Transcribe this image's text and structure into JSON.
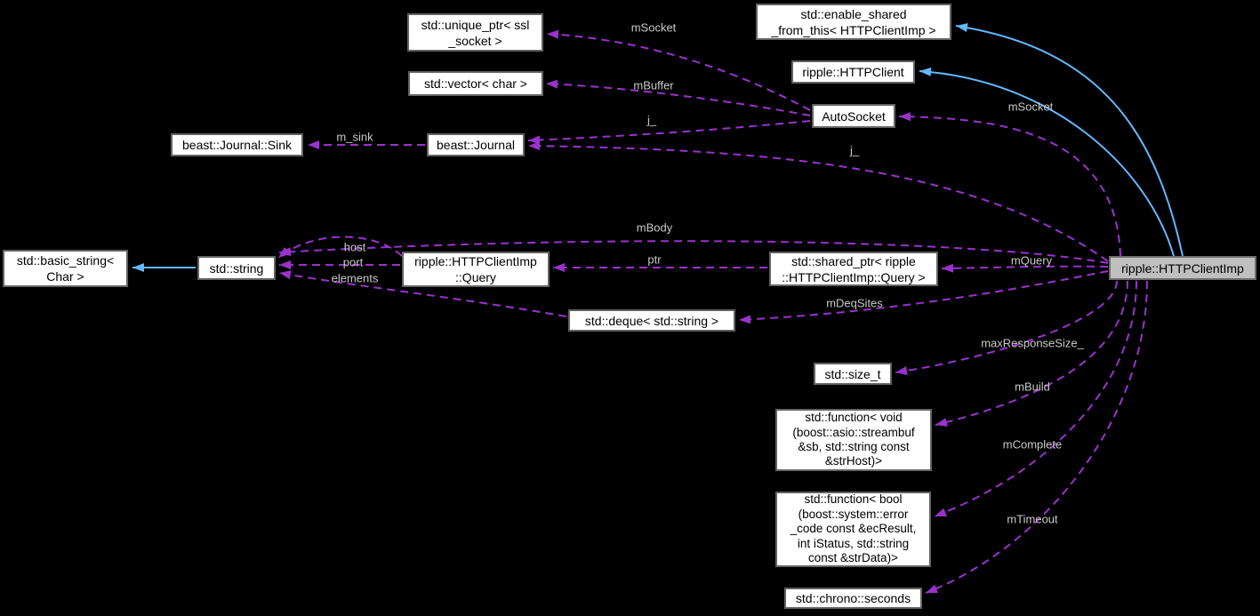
{
  "diagram": {
    "kind": "doxygen-collaboration-graph",
    "focus_class": "ripple::HTTPClientImp",
    "colors": {
      "background": "#000000",
      "node_fill": "#ffffff",
      "node_border": "#636363",
      "node_text": "#000000",
      "highlight_node_fill": "#bfbfbf",
      "member_edge": "#9a32cd",
      "inheritance_edge": "#63b8ff",
      "edge_label_text": "#c8c8c8"
    },
    "nodes": {
      "unique_ptr": {
        "label": "std::unique_ptr< ssl\n_socket >"
      },
      "enable_shared": {
        "label": "std::enable_shared\n_from_this< HTTPClientImp >"
      },
      "http_client": {
        "label": "ripple::HTTPClient"
      },
      "vector_char": {
        "label": "std::vector< char >"
      },
      "auto_socket": {
        "label": "AutoSocket"
      },
      "journal_sink": {
        "label": "beast::Journal::Sink"
      },
      "journal": {
        "label": "beast::Journal"
      },
      "basic_string": {
        "label": "std::basic_string<\nChar >"
      },
      "string": {
        "label": "std::string"
      },
      "query": {
        "label": "ripple::HTTPClientImp\n::Query"
      },
      "shared_ptr": {
        "label": "std::shared_ptr< ripple\n::HTTPClientImp::Query >"
      },
      "main": {
        "label": "ripple::HTTPClientImp"
      },
      "deque": {
        "label": "std::deque< std::string >"
      },
      "size_t": {
        "label": "std::size_t"
      },
      "fn_void": {
        "label": "std::function< void\n(boost::asio::streambuf\n&sb, std::string const\n&strHost)>"
      },
      "fn_bool": {
        "label": "std::function< bool\n(boost::system::error\n_code const &ecResult,\nint iStatus, std::string\nconst &strData)>"
      },
      "seconds": {
        "label": "std::chrono::seconds"
      }
    },
    "edge_labels": {
      "msocket_auto": "mSocket",
      "mbuffer": "mBuffer",
      "j_auto": "j_",
      "m_sink": "m_sink",
      "msocket_main": "mSocket",
      "j_main": "j_",
      "mbody": "mBody",
      "host": "host",
      "port": "port",
      "elements": "elements",
      "ptr": "ptr",
      "mquery": "mQuery",
      "mdeqsites": "mDeqSites",
      "maxresponsesize": "maxResponseSize_",
      "mbuild": "mBuild",
      "mcomplete": "mComplete",
      "mtimeout": "mTimeout"
    },
    "edges": [
      {
        "from": "auto_socket",
        "to": "unique_ptr",
        "label": "mSocket",
        "style": "dashed-member"
      },
      {
        "from": "auto_socket",
        "to": "vector_char",
        "label": "mBuffer",
        "style": "dashed-member"
      },
      {
        "from": "auto_socket",
        "to": "journal",
        "label": "j_",
        "style": "dashed-member"
      },
      {
        "from": "journal",
        "to": "journal_sink",
        "label": "m_sink",
        "style": "dashed-member"
      },
      {
        "from": "main",
        "to": "auto_socket",
        "label": "mSocket",
        "style": "dashed-member"
      },
      {
        "from": "main",
        "to": "journal",
        "label": "j_",
        "style": "dashed-member"
      },
      {
        "from": "main",
        "to": "string",
        "label": "mBody",
        "style": "dashed-member"
      },
      {
        "from": "main",
        "to": "shared_ptr",
        "label": "mQuery",
        "style": "dashed-member"
      },
      {
        "from": "shared_ptr",
        "to": "query",
        "label": "ptr",
        "style": "dashed-member"
      },
      {
        "from": "query",
        "to": "string",
        "label": "host",
        "style": "dashed-member"
      },
      {
        "from": "query",
        "to": "string",
        "label": "port",
        "style": "dashed-member"
      },
      {
        "from": "deque",
        "to": "string",
        "label": "elements",
        "style": "dashed-member"
      },
      {
        "from": "main",
        "to": "deque",
        "label": "mDeqSites",
        "style": "dashed-member"
      },
      {
        "from": "main",
        "to": "size_t",
        "label": "maxResponseSize_",
        "style": "dashed-member"
      },
      {
        "from": "main",
        "to": "fn_void",
        "label": "mBuild",
        "style": "dashed-member"
      },
      {
        "from": "main",
        "to": "fn_bool",
        "label": "mComplete",
        "style": "dashed-member"
      },
      {
        "from": "main",
        "to": "seconds",
        "label": "mTimeout",
        "style": "dashed-member"
      },
      {
        "from": "main",
        "to": "enable_shared",
        "label": "",
        "style": "solid-inheritance"
      },
      {
        "from": "main",
        "to": "http_client",
        "label": "",
        "style": "solid-inheritance"
      },
      {
        "from": "string",
        "to": "basic_string",
        "label": "",
        "style": "solid-inheritance"
      }
    ]
  }
}
